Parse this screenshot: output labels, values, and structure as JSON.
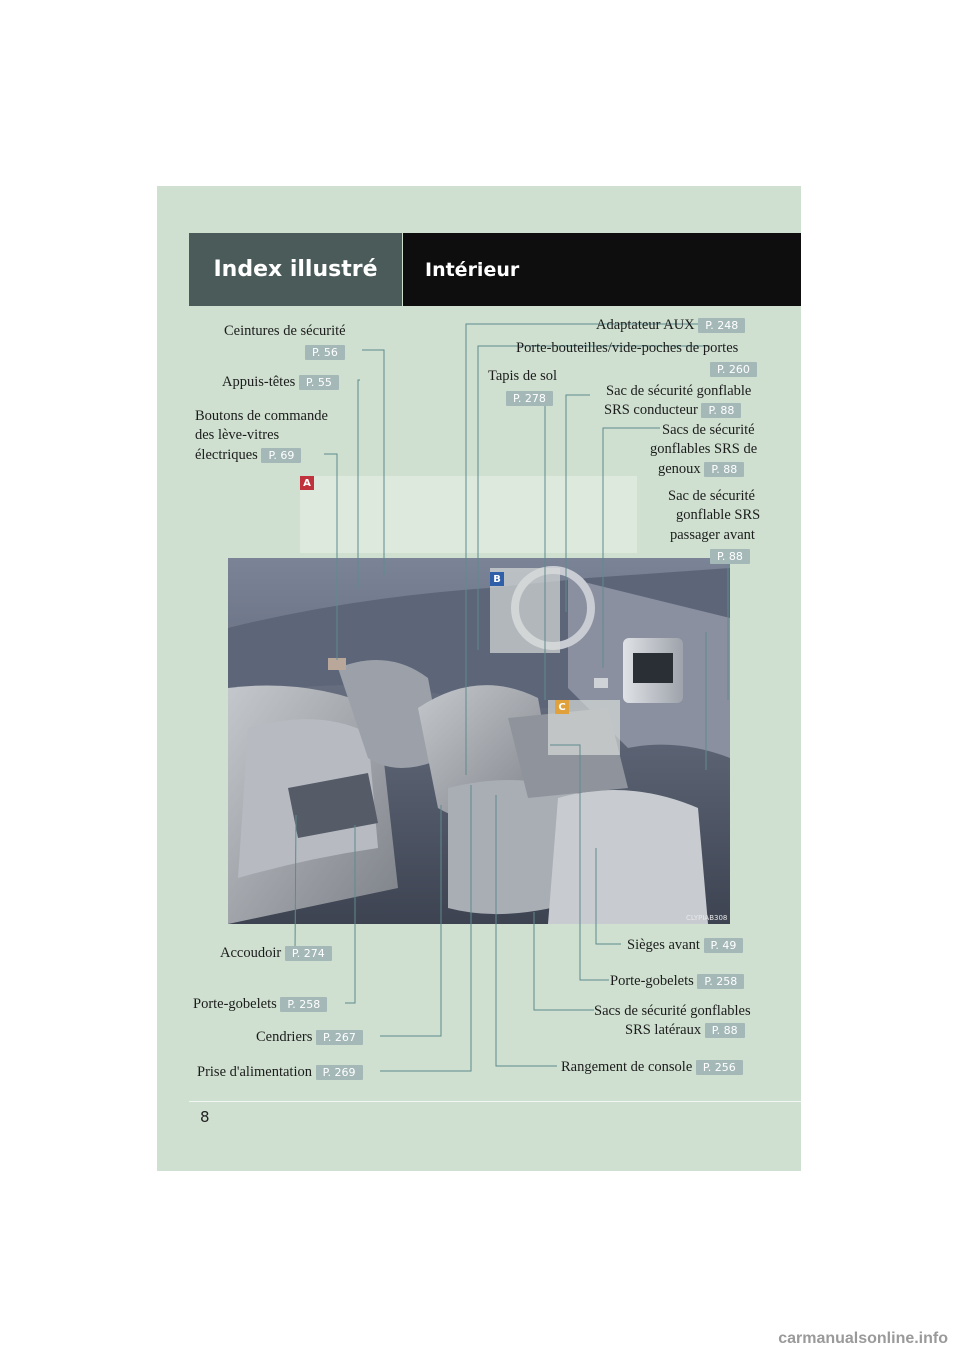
{
  "header": {
    "section": "Index illustré",
    "title": "Intérieur"
  },
  "labels": {
    "ceintures": {
      "text": "Ceintures de sécurité",
      "ref": "P. 56"
    },
    "appuis": {
      "text": "Appuis-têtes",
      "ref": "P. 55"
    },
    "boutons": {
      "line1": "Boutons de commande",
      "line2": "des lève-vitres",
      "line3": "électriques",
      "ref": "P. 69"
    },
    "aux": {
      "text": "Adaptateur AUX",
      "ref": "P. 248"
    },
    "portebouteilles": {
      "text": "Porte-bouteilles/vide-poches de portes",
      "ref": "P. 260"
    },
    "tapis": {
      "text": "Tapis de sol",
      "ref": "P. 278"
    },
    "sac_conducteur": {
      "line1": "Sac de sécurité gonflable",
      "line2": "SRS conducteur",
      "ref": "P. 88"
    },
    "sacs_genoux": {
      "line1": "Sacs de sécurité",
      "line2": "gonflables SRS de",
      "line3": "genoux",
      "ref": "P. 88"
    },
    "sac_passager": {
      "line1": "Sac de sécurité",
      "line2": "gonflable SRS",
      "line3": "passager avant",
      "ref": "P. 88"
    },
    "sieges": {
      "text": "Sièges avant",
      "ref": "P. 49"
    },
    "portegobelets_r": {
      "text": "Porte-gobelets",
      "ref": "P. 258"
    },
    "sacs_lateraux": {
      "line1": "Sacs de sécurité gonflables",
      "line2": "SRS latéraux",
      "ref": "P. 88"
    },
    "rangement": {
      "text": "Rangement de console",
      "ref": "P. 256"
    },
    "accoudoir": {
      "text": "Accoudoir",
      "ref": "P. 274"
    },
    "portegobelets_l": {
      "text": "Porte-gobelets",
      "ref": "P. 258"
    },
    "cendriers": {
      "text": "Cendriers",
      "ref": "P. 267"
    },
    "prise": {
      "text": "Prise d'alimentation",
      "ref": "P. 269"
    }
  },
  "tags": {
    "a": "A",
    "b": "B",
    "c": "C"
  },
  "photo_code": "CLYPIAB308",
  "page_number": "8",
  "watermark": "carmanualsonline.info",
  "colors": {
    "page_bg": "#cfe0d0",
    "tag_red": "#c0333d",
    "tag_blue": "#2f5fa8",
    "tag_orange": "#e0a13a",
    "ref_badge": "#a5b8b8"
  }
}
